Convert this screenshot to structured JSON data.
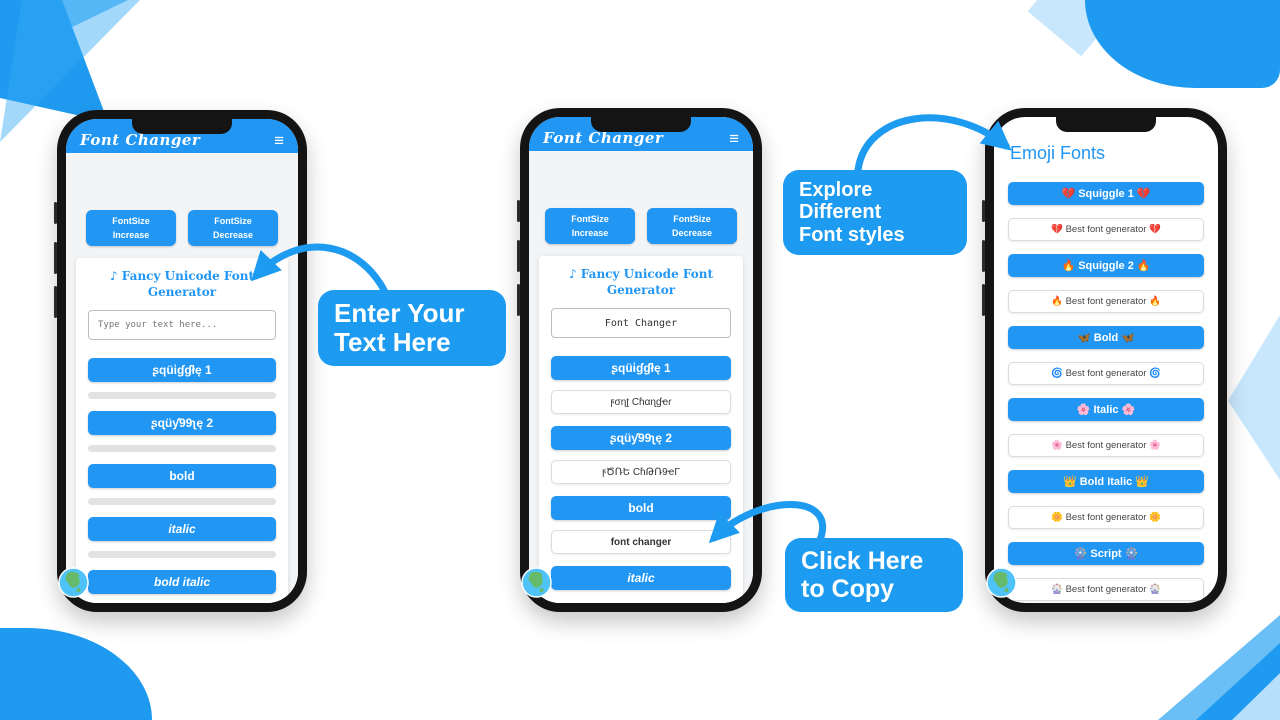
{
  "colors": {
    "accent_blue": "#1D9BF0",
    "app_blue": "#2196F3",
    "light_blue": "#9AD4F9"
  },
  "callouts": {
    "enter_text": {
      "line1": "Enter Your",
      "line2": "Text Here"
    },
    "explore_fonts": {
      "line1": "Explore Different",
      "line2": "Font styles"
    },
    "click_copy": {
      "line1": "Click Here",
      "line2": "to Copy"
    }
  },
  "phone1": {
    "header_title": "Font Changer",
    "menu_icon": "≡",
    "fontsize_increase": "FontSize Increase",
    "fontsize_decrease": "FontSize Decrease",
    "generator_title": "♪ Fancy Unicode Font Generator",
    "input_placeholder": "Type your text here...",
    "style_buttons": [
      "ʂqüἰɠɠłę 1",
      "ʂɋüƴ99ʅę 2",
      "bold",
      "italic",
      "bold italic"
    ]
  },
  "phone2": {
    "header_title": "Font Changer",
    "menu_icon": "≡",
    "fontsize_increase": "FontSize Increase",
    "fontsize_decrease": "FontSize Decrease",
    "generator_title": "♪ Fancy Unicode Font Generator",
    "input_value": "Font Changer",
    "items": [
      {
        "kind": "style",
        "label": "ʂqüἰɠɠłę 1"
      },
      {
        "kind": "result",
        "label": "ϝσɳʈ Ϲɦαɳɠҽɾ"
      },
      {
        "kind": "style",
        "label": "ʂɋüƴ99ʅę 2"
      },
      {
        "kind": "result",
        "label": "ϝԾՌԵ ϹɦԹՌ9ҽΓ"
      },
      {
        "kind": "style",
        "label": "bold"
      },
      {
        "kind": "result",
        "label": "font changer"
      },
      {
        "kind": "style",
        "label": "italic"
      }
    ]
  },
  "phone3": {
    "title": "Emoji Fonts",
    "items": [
      {
        "kind": "style",
        "label": "💔 Squiggle 1 💔"
      },
      {
        "kind": "result",
        "label": "💔 Best font generator 💔"
      },
      {
        "kind": "style",
        "label": "🔥 Squiggle 2 🔥"
      },
      {
        "kind": "result",
        "label": "🔥 Best font generator 🔥"
      },
      {
        "kind": "style",
        "label": "🦋 Bold 🦋"
      },
      {
        "kind": "result",
        "label": "🌀 Best font generator 🌀"
      },
      {
        "kind": "style",
        "label": "🌸 Italic 🌸"
      },
      {
        "kind": "result",
        "label": "🌸 Best font generator 🌸"
      },
      {
        "kind": "style",
        "label": "👑 Bold Italic 👑"
      },
      {
        "kind": "result",
        "label": "🌼 Best font generator 🌼"
      },
      {
        "kind": "style",
        "label": "🎡 Script 🎡"
      },
      {
        "kind": "result",
        "label": "🎡 Best font generator 🎡"
      }
    ]
  }
}
